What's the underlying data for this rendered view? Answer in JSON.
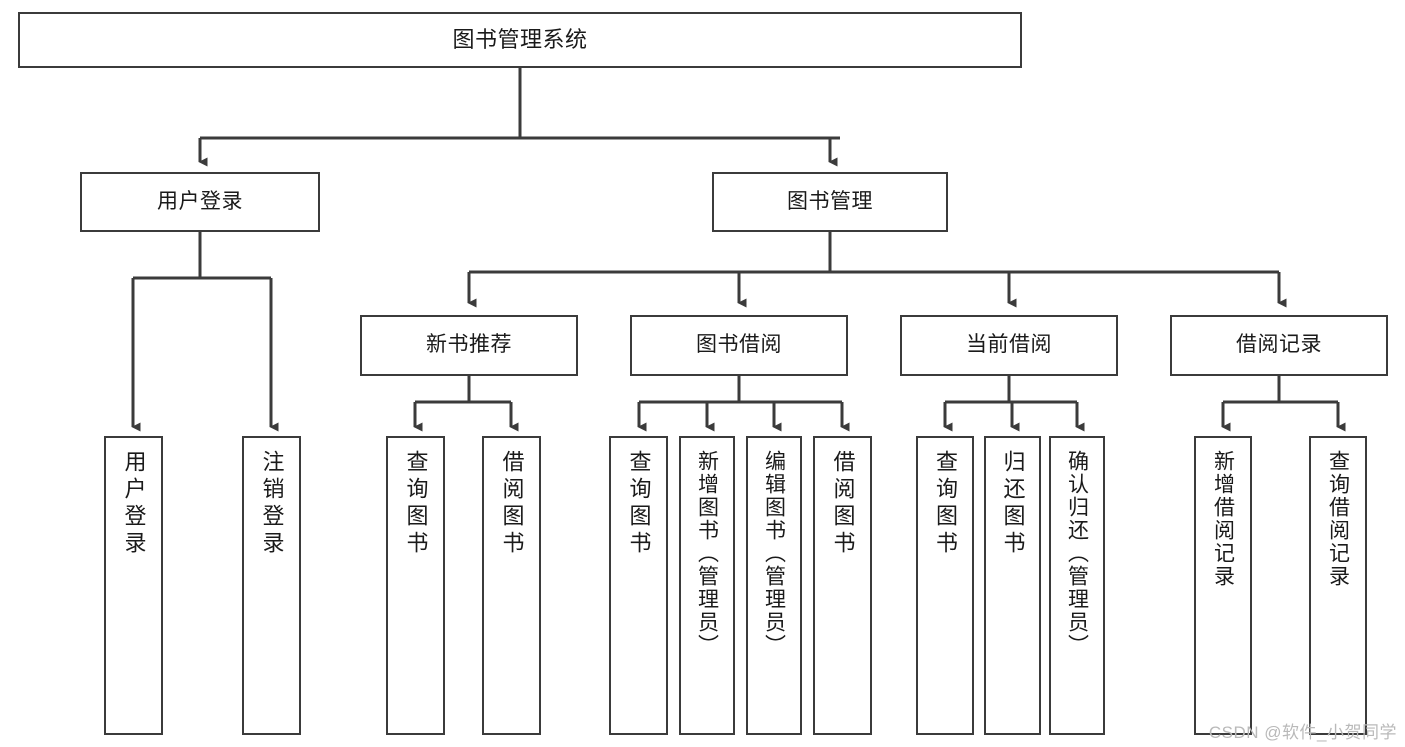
{
  "diagram": {
    "title": "图书管理系统",
    "type": "tree",
    "colors": {
      "stroke": "#3b3b3b",
      "fill": "#ffffff",
      "text": "#1a1a1a",
      "watermark": "#b9b9b9"
    },
    "root": {
      "id": "root",
      "label": "图书管理系统"
    },
    "level1": [
      {
        "id": "login",
        "label": "用户登录"
      },
      {
        "id": "bookmgmt",
        "label": "图书管理"
      }
    ],
    "level2": [
      {
        "id": "newbook",
        "label": "新书推荐"
      },
      {
        "id": "borrow",
        "label": "图书借阅"
      },
      {
        "id": "current",
        "label": "当前借阅"
      },
      {
        "id": "record",
        "label": "借阅记录"
      }
    ],
    "leaves": {
      "login": [
        {
          "id": "leaf-user-login",
          "label": "用户登录"
        },
        {
          "id": "leaf-user-logout",
          "label": "注销登录"
        }
      ],
      "newbook": [
        {
          "id": "leaf-query-book-1",
          "label": "查询图书"
        },
        {
          "id": "leaf-borrow-book-1",
          "label": "借阅图书"
        }
      ],
      "borrow": [
        {
          "id": "leaf-query-book-2",
          "label": "查询图书"
        },
        {
          "id": "leaf-add-book",
          "label": "新增图书（管理员）"
        },
        {
          "id": "leaf-edit-book",
          "label": "编辑图书（管理员）"
        },
        {
          "id": "leaf-borrow-book-2",
          "label": "借阅图书"
        }
      ],
      "current": [
        {
          "id": "leaf-query-book-3",
          "label": "查询图书"
        },
        {
          "id": "leaf-return-book",
          "label": "归还图书"
        },
        {
          "id": "leaf-confirm-return",
          "label": "确认归还（管理员）"
        }
      ],
      "record": [
        {
          "id": "leaf-add-record",
          "label": "新增借阅记录"
        },
        {
          "id": "leaf-query-record",
          "label": "查询借阅记录"
        }
      ]
    },
    "watermark": "CSDN @软件_小贺同学"
  }
}
